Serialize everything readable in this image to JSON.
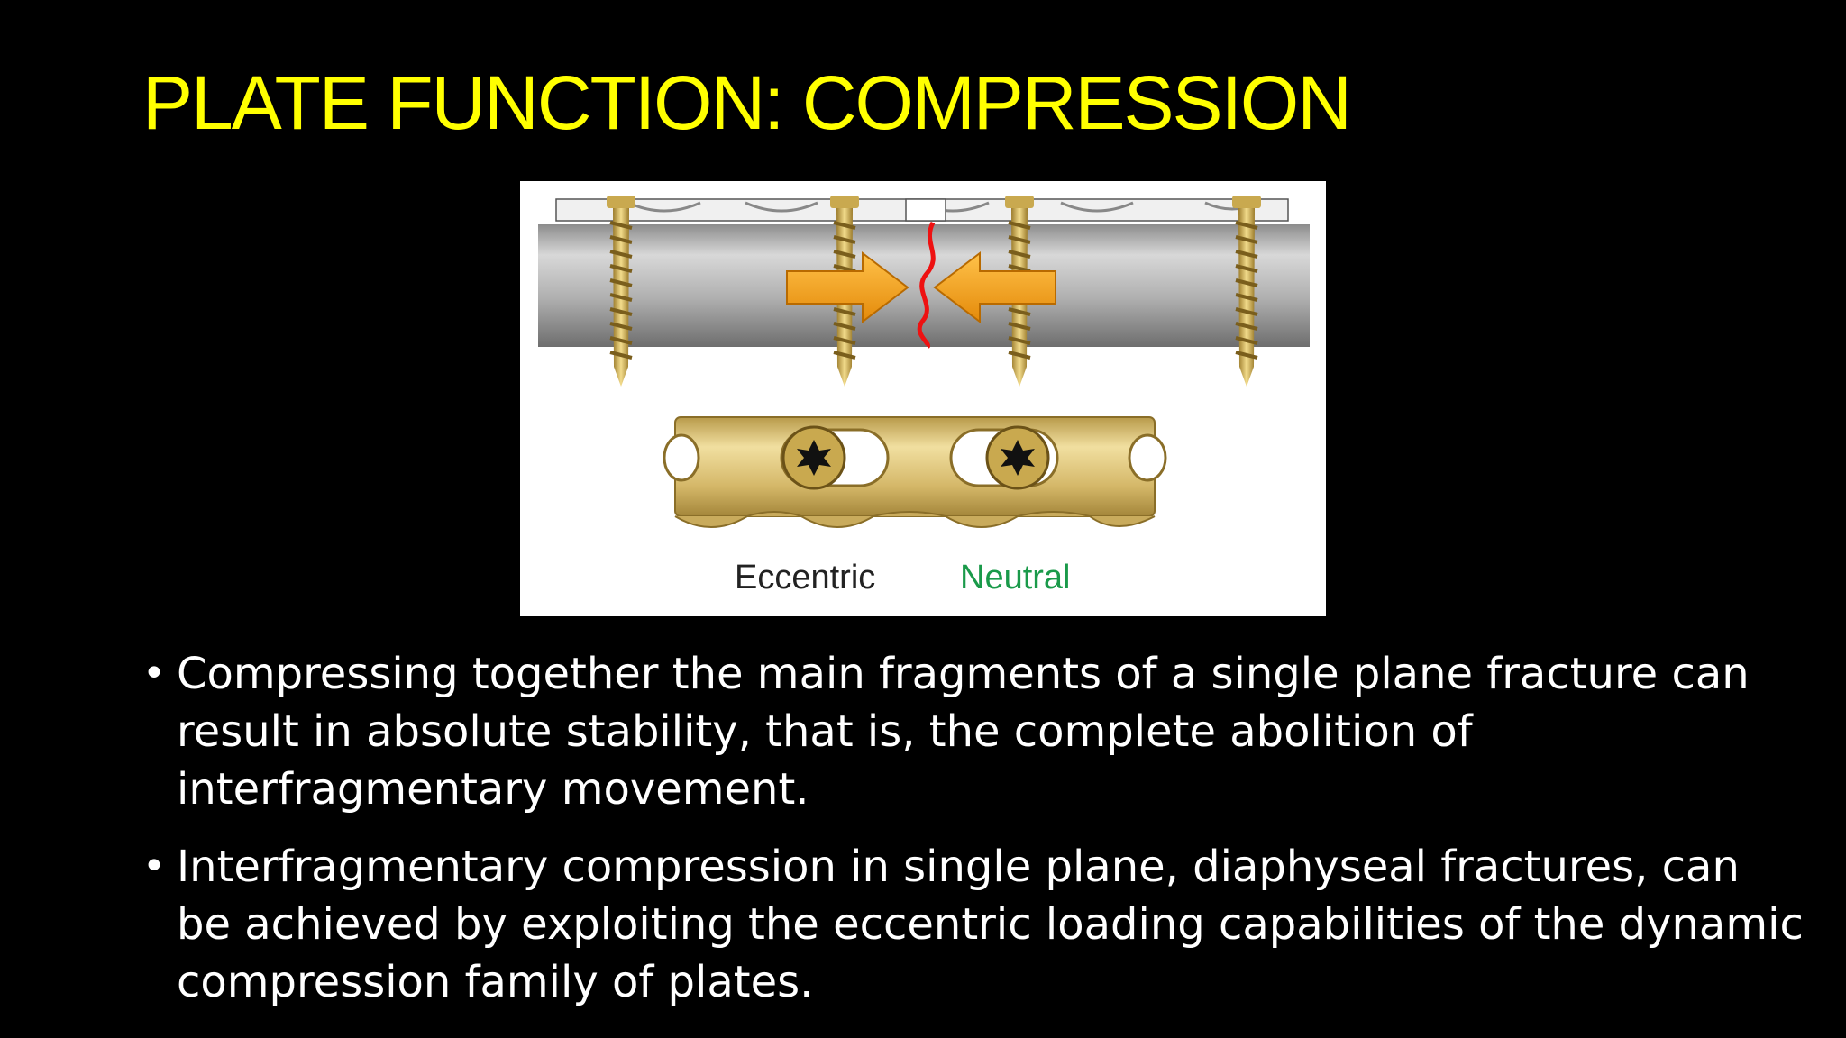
{
  "slide": {
    "title": "PLATE FUNCTION: COMPRESSION",
    "figure": {
      "label_eccentric": "Eccentric",
      "label_neutral": "Neutral",
      "colors": {
        "plate": "#d9c27a",
        "bone": "#b5b5b5",
        "arrow": "#f5a623",
        "fracture": "#ee1111",
        "neutral_label": "#1a9a4a"
      }
    },
    "bullets": [
      "Compressing together the main fragments of a single plane fracture can result in absolute stability, that is, the complete abolition of interfragmentary movement.",
      "Interfragmentary compression in single plane, diaphyseal fractures, can be achieved by exploiting the eccentric loading capabilities of the dynamic compression family of plates."
    ],
    "bullet_glyph": "•"
  }
}
